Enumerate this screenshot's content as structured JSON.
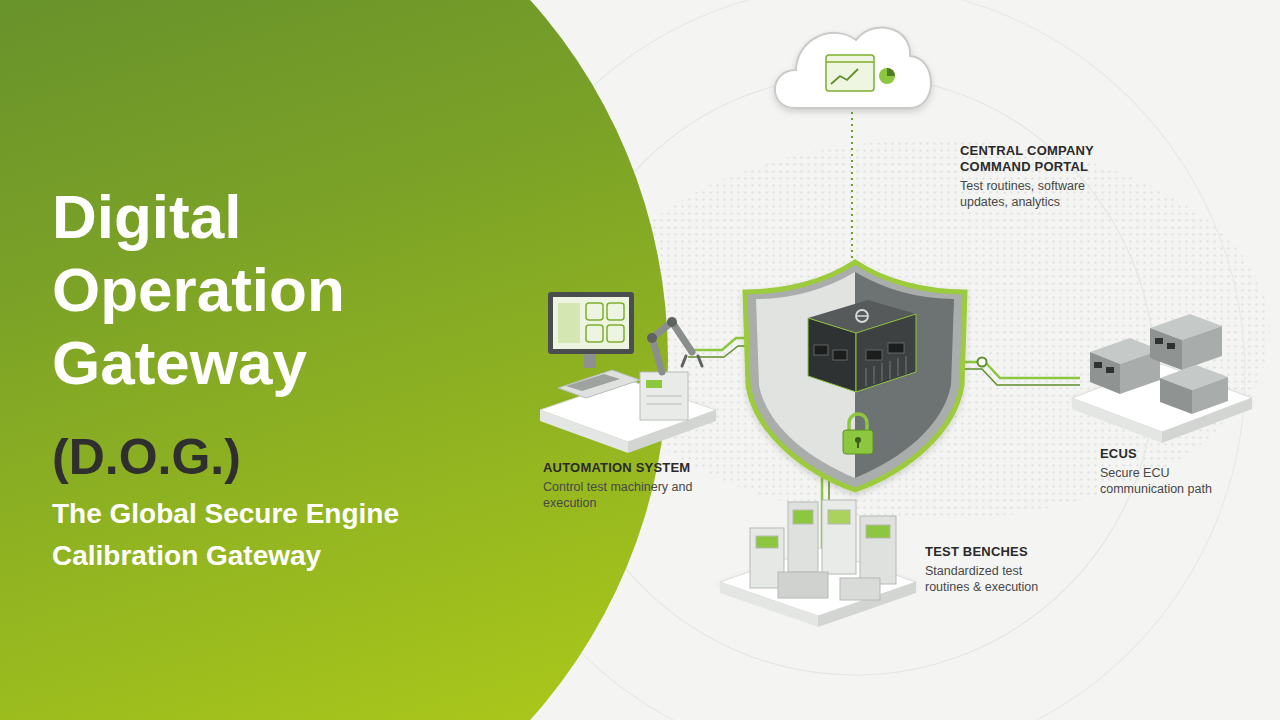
{
  "diagram": {
    "title": "Digital Operation Gateway",
    "caption": "The Global Secure Engine Calibration Gateway",
    "nodes": [
      {
        "text": [
          "CENTRAL COMPANY COMMAND PORTAL",
          "Test routines, software updates, analytics"
        ]
      },
      {
        "text": [
          "AUTOMATION SYSTEM",
          "Control test machinery and execution"
        ]
      },
      {
        "text": [
          "ECUS",
          "Secure ECU communication path"
        ]
      },
      {
        "text": [
          "TEST BENCHES",
          "Standardized test routines & execution"
        ]
      }
    ],
    "labels": [
      "(D.O.G.)"
    ]
  }
}
